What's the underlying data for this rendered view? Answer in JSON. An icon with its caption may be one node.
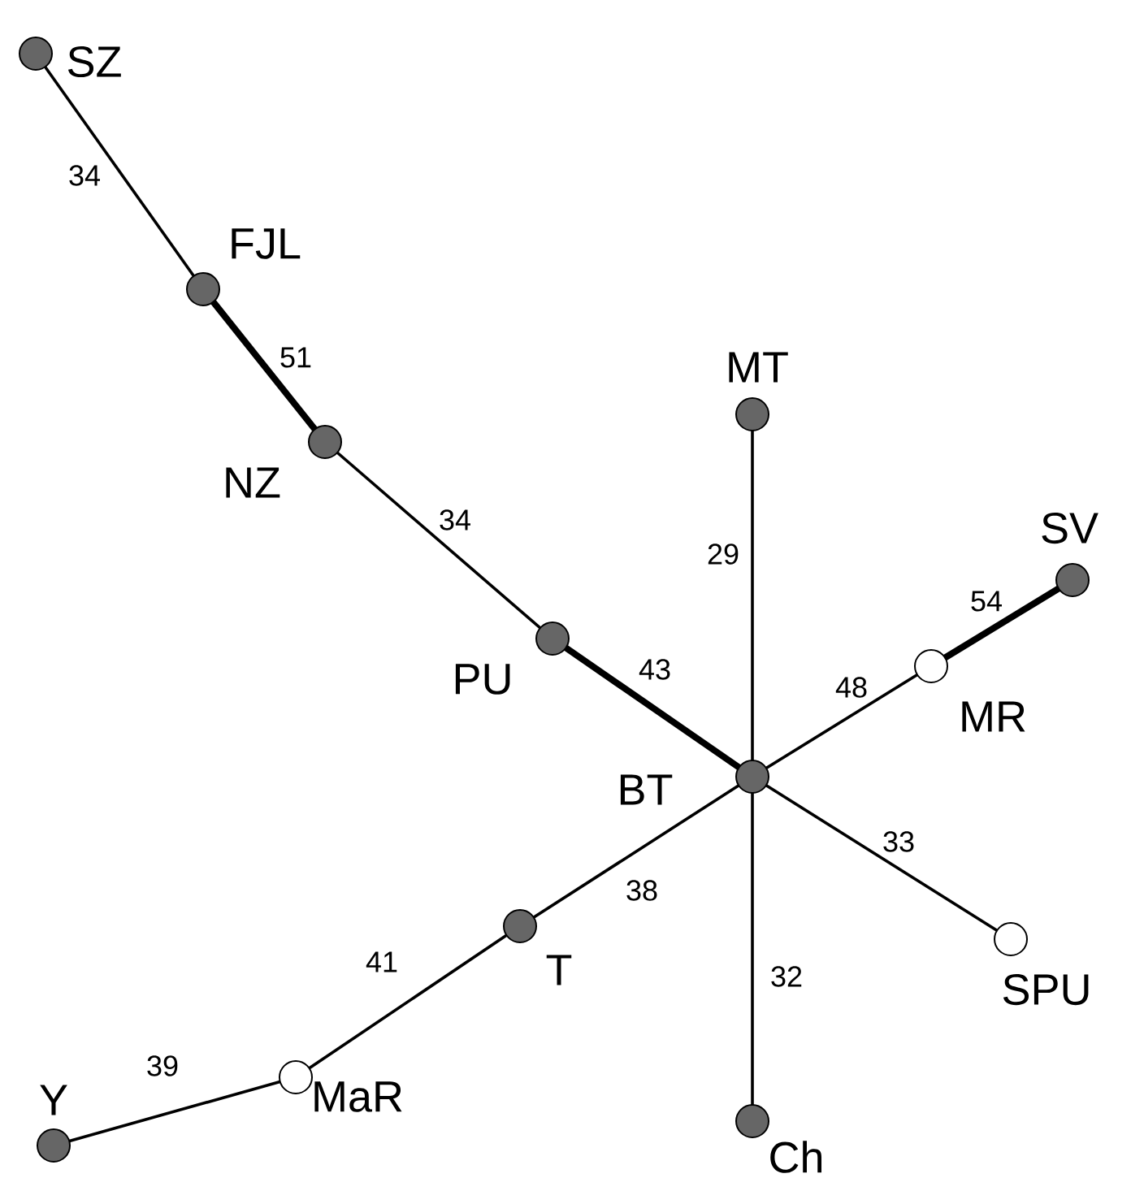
{
  "diagram": {
    "nodes": [
      {
        "text": [
          "SZ"
        ]
      },
      {
        "text": [
          "FJL"
        ]
      },
      {
        "text": [
          "MT"
        ]
      },
      {
        "text": [
          "NZ"
        ]
      },
      {
        "text": [
          "SV"
        ]
      },
      {
        "text": [
          "PU"
        ]
      },
      {
        "text": [
          "MR"
        ]
      },
      {
        "text": [
          "BT"
        ]
      },
      {
        "text": [
          "SPU"
        ]
      },
      {
        "text": [
          "T"
        ]
      },
      {
        "text": [
          "MaR"
        ]
      },
      {
        "text": [
          "Ch"
        ]
      },
      {
        "text": [
          "Y"
        ]
      }
    ],
    "edges": [
      {
        "from": 0,
        "to": 1,
        "arrow": "none",
        "label": "34"
      },
      {
        "from": 1,
        "to": 3,
        "arrow": "none",
        "label": "51",
        "style": "thick"
      },
      {
        "from": 3,
        "to": 5,
        "arrow": "none",
        "label": "34"
      },
      {
        "from": 5,
        "to": 7,
        "arrow": "none",
        "label": "43",
        "style": "thick"
      },
      {
        "from": 2,
        "to": 7,
        "arrow": "none",
        "label": "29"
      },
      {
        "from": 7,
        "to": 6,
        "arrow": "none",
        "label": "48"
      },
      {
        "from": 6,
        "to": 4,
        "arrow": "none",
        "label": "54",
        "style": "thick"
      },
      {
        "from": 7,
        "to": 8,
        "arrow": "none",
        "label": "33"
      },
      {
        "from": 7,
        "to": 11,
        "arrow": "none",
        "label": "32"
      },
      {
        "from": 7,
        "to": 9,
        "arrow": "none",
        "label": "38"
      },
      {
        "from": 9,
        "to": 10,
        "arrow": "none",
        "label": "41"
      },
      {
        "from": 10,
        "to": 12,
        "arrow": "none",
        "label": "39"
      }
    ]
  }
}
